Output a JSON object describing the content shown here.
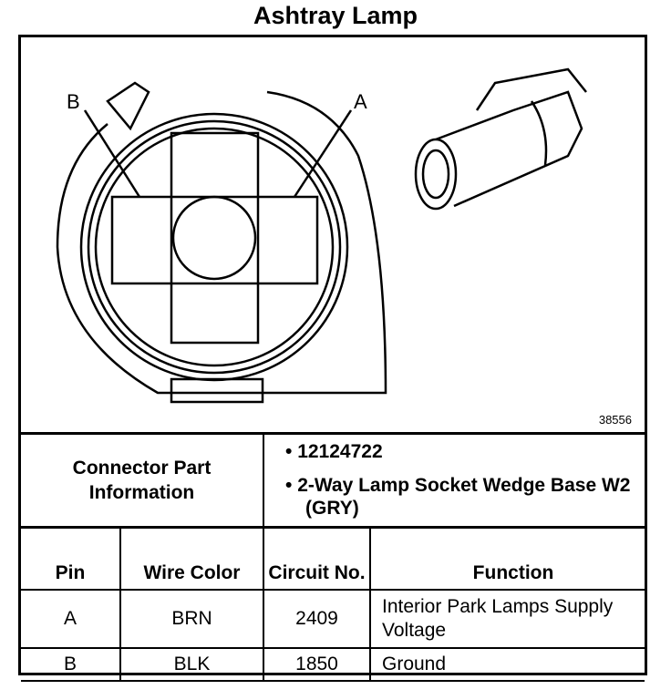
{
  "title": "Ashtray Lamp",
  "diagram": {
    "label_a": "A",
    "label_b": "B",
    "ref_number": "38556"
  },
  "connector_info": {
    "label": "Connector Part Information",
    "items": [
      "12124722",
      "2-Way Lamp Socket Wedge Base W2 (GRY)"
    ]
  },
  "table": {
    "headers": {
      "pin": "Pin",
      "wire_color": "Wire Color",
      "circuit": "Circuit No.",
      "function": "Function"
    },
    "rows": [
      {
        "pin": "A",
        "wire_color": "BRN",
        "circuit": "2409",
        "function": "Interior Park Lamps Supply Voltage"
      },
      {
        "pin": "B",
        "wire_color": "BLK",
        "circuit": "1850",
        "function": "Ground"
      }
    ]
  }
}
